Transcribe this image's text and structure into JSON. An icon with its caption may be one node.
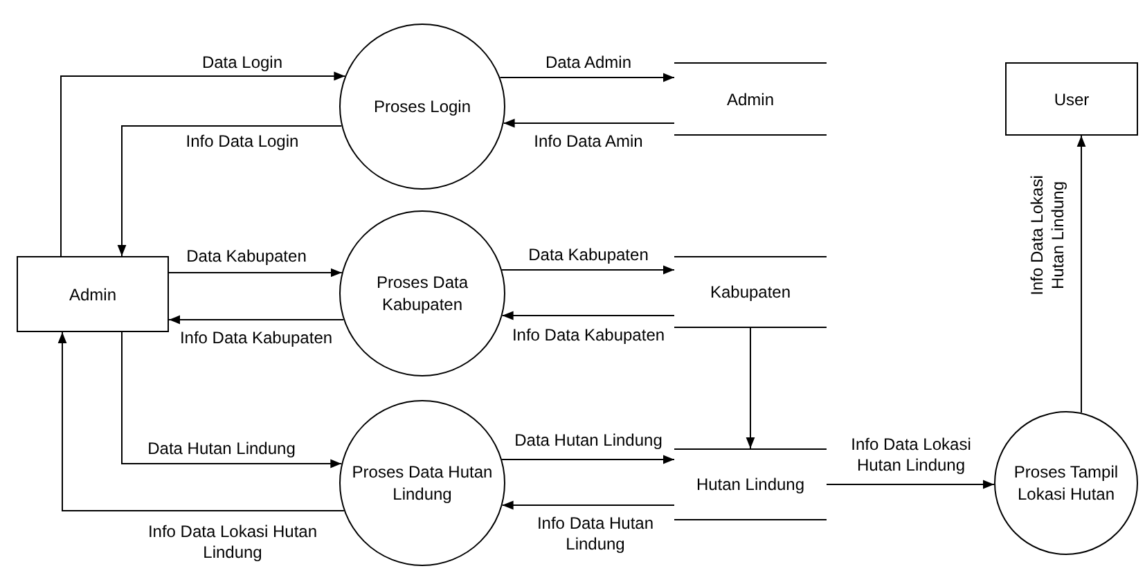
{
  "diagram": {
    "nodes": [
      {
        "text": [
          "Admin"
        ]
      },
      {
        "text": [
          "Proses Login"
        ]
      },
      {
        "text": [
          "Admin"
        ]
      },
      {
        "text": [
          "User"
        ]
      },
      {
        "text": [
          "Proses Data Kabupaten"
        ]
      },
      {
        "text": [
          "Kabupaten"
        ]
      },
      {
        "text": [
          "Proses Data Hutan Lindung"
        ]
      },
      {
        "text": [
          "Hutan Lindung"
        ]
      },
      {
        "text": [
          "Proses Tampil Lokasi Hutan"
        ]
      }
    ],
    "edges": [
      {
        "from": 0,
        "to": 1,
        "arrow": "to",
        "label": "Data Login"
      },
      {
        "from": 1,
        "to": 0,
        "arrow": "to",
        "label": "Info Data Login"
      },
      {
        "from": 1,
        "to": 2,
        "arrow": "to",
        "label": "Data Admin"
      },
      {
        "from": 2,
        "to": 1,
        "arrow": "to",
        "label": "Info Data Amin"
      },
      {
        "from": 0,
        "to": 4,
        "arrow": "to",
        "label": "Data Kabupaten"
      },
      {
        "from": 4,
        "to": 0,
        "arrow": "to",
        "label": "Info Data Kabupaten"
      },
      {
        "from": 4,
        "to": 5,
        "arrow": "to",
        "label": "Data Kabupaten"
      },
      {
        "from": 5,
        "to": 4,
        "arrow": "to",
        "label": "Info Data Kabupaten"
      },
      {
        "from": 0,
        "to": 6,
        "arrow": "to",
        "label": "Data Hutan Lindung"
      },
      {
        "from": 6,
        "to": 0,
        "arrow": "to",
        "label": "Info Data Lokasi Hutan Lindung"
      },
      {
        "from": 6,
        "to": 7,
        "arrow": "to",
        "label": "Data Hutan Lindung"
      },
      {
        "from": 7,
        "to": 6,
        "arrow": "to",
        "label": "Info Data Hutan Lindung"
      },
      {
        "from": 5,
        "to": 7,
        "arrow": "to"
      },
      {
        "from": 7,
        "to": 8,
        "arrow": "to",
        "label": "Info Data Lokasi Hutan Lindung"
      },
      {
        "from": 8,
        "to": 3,
        "arrow": "to",
        "label": "Info Data Lokasi Hutan Lindung"
      }
    ]
  }
}
